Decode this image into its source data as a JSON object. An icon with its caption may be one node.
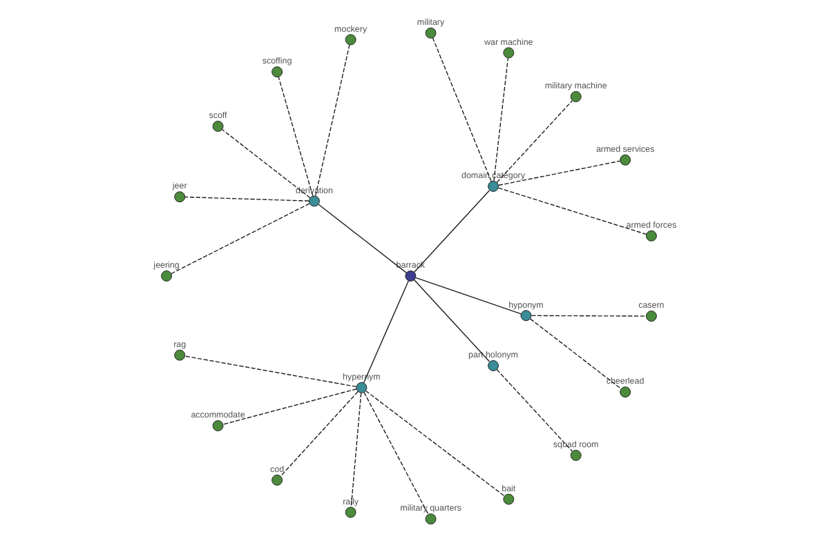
{
  "diagram": {
    "nodes": [
      {
        "text": [
          "scoff"
        ]
      },
      {
        "text": [
          "scoffing"
        ]
      },
      {
        "text": [
          "jeer"
        ]
      },
      {
        "text": [
          "mockery"
        ]
      },
      {
        "text": [
          "derivation"
        ]
      },
      {
        "text": [
          "war machine"
        ]
      },
      {
        "text": [
          "rag"
        ]
      },
      {
        "text": [
          "jeering"
        ]
      },
      {
        "text": [
          "military"
        ]
      },
      {
        "text": [
          "accommodate"
        ]
      },
      {
        "text": [
          "military machine"
        ]
      },
      {
        "text": [
          "cod"
        ]
      },
      {
        "text": [
          "domain category"
        ]
      },
      {
        "text": [
          "hypernym"
        ]
      },
      {
        "text": [
          "barrack"
        ]
      },
      {
        "text": [
          "armed services"
        ]
      },
      {
        "text": [
          "rally"
        ]
      },
      {
        "text": [
          "military quarters"
        ]
      },
      {
        "text": [
          "armed forces"
        ]
      },
      {
        "text": [
          "bait"
        ]
      },
      {
        "text": [
          "part holonym"
        ]
      },
      {
        "text": [
          "hyponym"
        ]
      },
      {
        "text": [
          "squad room"
        ]
      },
      {
        "text": [
          "casern"
        ]
      },
      {
        "text": [
          "cheerlead"
        ]
      }
    ],
    "edges": [
      {
        "from": 14,
        "to": 13,
        "arrow": "none"
      },
      {
        "from": 14,
        "to": 4,
        "arrow": "none"
      },
      {
        "from": 14,
        "to": 12,
        "arrow": "none"
      },
      {
        "from": 14,
        "to": 20,
        "arrow": "none"
      },
      {
        "from": 14,
        "to": 21,
        "arrow": "none"
      },
      {
        "from": 4,
        "to": 0,
        "arrow": "none",
        "style": "dashed"
      },
      {
        "from": 4,
        "to": 1,
        "arrow": "none",
        "style": "dashed"
      },
      {
        "from": 4,
        "to": 2,
        "arrow": "none",
        "style": "dashed"
      },
      {
        "from": 4,
        "to": 3,
        "arrow": "none",
        "style": "dashed"
      },
      {
        "from": 4,
        "to": 7,
        "arrow": "none",
        "style": "dashed"
      },
      {
        "from": 13,
        "to": 6,
        "arrow": "none",
        "style": "dashed"
      },
      {
        "from": 13,
        "to": 9,
        "arrow": "none",
        "style": "dashed"
      },
      {
        "from": 13,
        "to": 11,
        "arrow": "none",
        "style": "dashed"
      },
      {
        "from": 13,
        "to": 16,
        "arrow": "none",
        "style": "dashed"
      },
      {
        "from": 13,
        "to": 17,
        "arrow": "none",
        "style": "dashed"
      },
      {
        "from": 13,
        "to": 19,
        "arrow": "none",
        "style": "dashed"
      },
      {
        "from": 12,
        "to": 5,
        "arrow": "none",
        "style": "dashed"
      },
      {
        "from": 12,
        "to": 8,
        "arrow": "none",
        "style": "dashed"
      },
      {
        "from": 12,
        "to": 10,
        "arrow": "none",
        "style": "dashed"
      },
      {
        "from": 12,
        "to": 15,
        "arrow": "none",
        "style": "dashed"
      },
      {
        "from": 12,
        "to": 18,
        "arrow": "none",
        "style": "dashed"
      },
      {
        "from": 20,
        "to": 22,
        "arrow": "none",
        "style": "dashed"
      },
      {
        "from": 21,
        "to": 23,
        "arrow": "none",
        "style": "dashed"
      },
      {
        "from": 21,
        "to": 24,
        "arrow": "none",
        "style": "dashed"
      }
    ]
  }
}
